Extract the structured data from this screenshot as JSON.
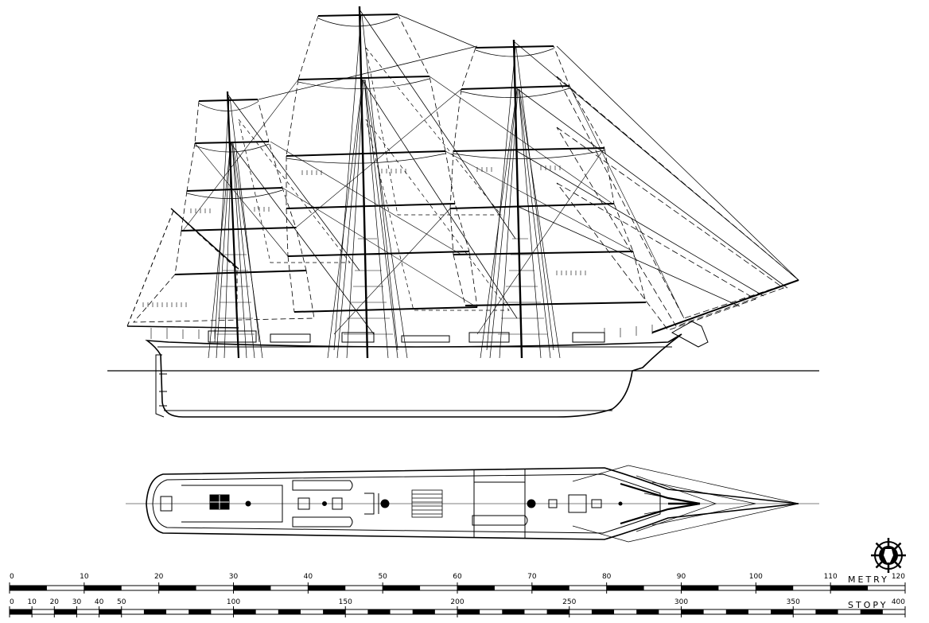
{
  "plan": {
    "ship": "Full-rigged three-masted clipper — sail and rigging plan with deck plan",
    "masts": [
      "fore",
      "main",
      "mizzen"
    ]
  },
  "scale_metric": {
    "unit_label": "METRY",
    "min": 0,
    "max": 120,
    "major_step": 10,
    "minor_step": 5,
    "labels": [
      "0",
      "10",
      "20",
      "30",
      "40",
      "50",
      "60",
      "70",
      "80",
      "90",
      "100",
      "110",
      "120"
    ]
  },
  "scale_feet": {
    "unit_label": "STOPY",
    "min": 0,
    "max": 400,
    "minor_step": 10,
    "labels": [
      "0",
      "10",
      "20",
      "30",
      "40",
      "50",
      "100",
      "150",
      "200",
      "250",
      "300",
      "350",
      "400"
    ]
  },
  "emblem": {
    "icon": "ship-wheel-emblem-icon"
  }
}
